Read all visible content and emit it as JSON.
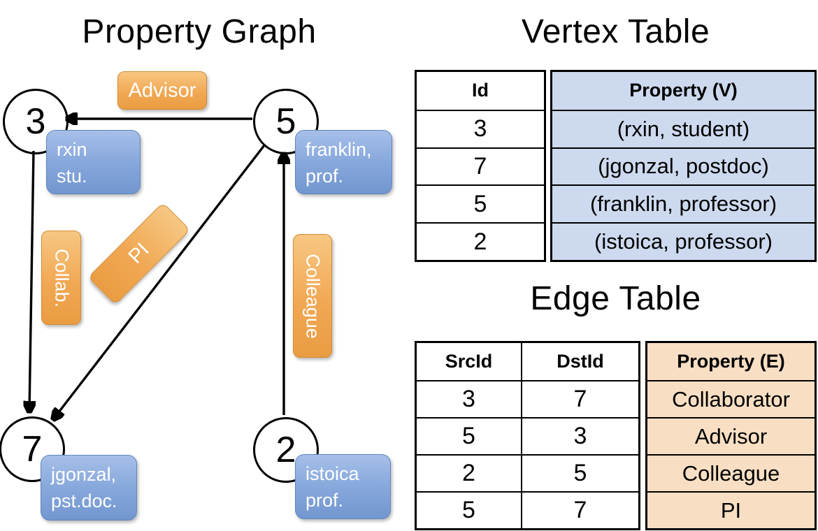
{
  "slide": {
    "graph_title": "Property Graph",
    "vertex_table_title": "Vertex Table",
    "edge_table_title": "Edge Table"
  },
  "graph": {
    "nodes": [
      {
        "id": "3",
        "prop1": "rxin",
        "prop2": "stu."
      },
      {
        "id": "5",
        "prop1": "franklin,",
        "prop2": "prof."
      },
      {
        "id": "7",
        "prop1": "jgonzal,",
        "prop2": "pst.doc."
      },
      {
        "id": "2",
        "prop1": "istoica",
        "prop2": "prof."
      }
    ],
    "edge_labels": {
      "advisor": "Advisor",
      "collab": "Collab.",
      "pi": "PI",
      "colleague": "Colleague"
    },
    "edges": [
      {
        "src": "5",
        "dst": "3",
        "label": "Advisor"
      },
      {
        "src": "3",
        "dst": "7",
        "label": "Collab."
      },
      {
        "src": "5",
        "dst": "7",
        "label": "PI"
      },
      {
        "src": "2",
        "dst": "5",
        "label": "Colleague"
      }
    ]
  },
  "vertex_table": {
    "columns": [
      "Id",
      "Property (V)"
    ],
    "rows": [
      [
        "3",
        "(rxin, student)"
      ],
      [
        "7",
        "(jgonzal, postdoc)"
      ],
      [
        "5",
        "(franklin, professor)"
      ],
      [
        "2",
        "(istoica, professor)"
      ]
    ]
  },
  "edge_table": {
    "columns": [
      "SrcId",
      "DstId",
      "Property (E)"
    ],
    "rows": [
      [
        "3",
        "7",
        "Collaborator"
      ],
      [
        "5",
        "3",
        "Advisor"
      ],
      [
        "2",
        "5",
        "Colleague"
      ],
      [
        "5",
        "7",
        "PI"
      ]
    ]
  },
  "colors": {
    "edge_label_fill": "#f0a54e",
    "vertex_property_fill": "#87a8dc",
    "vertex_table_cell_fill": "#cdd9ee",
    "edge_table_cell_fill": "#f8dfc3",
    "line_color": "#000000"
  }
}
